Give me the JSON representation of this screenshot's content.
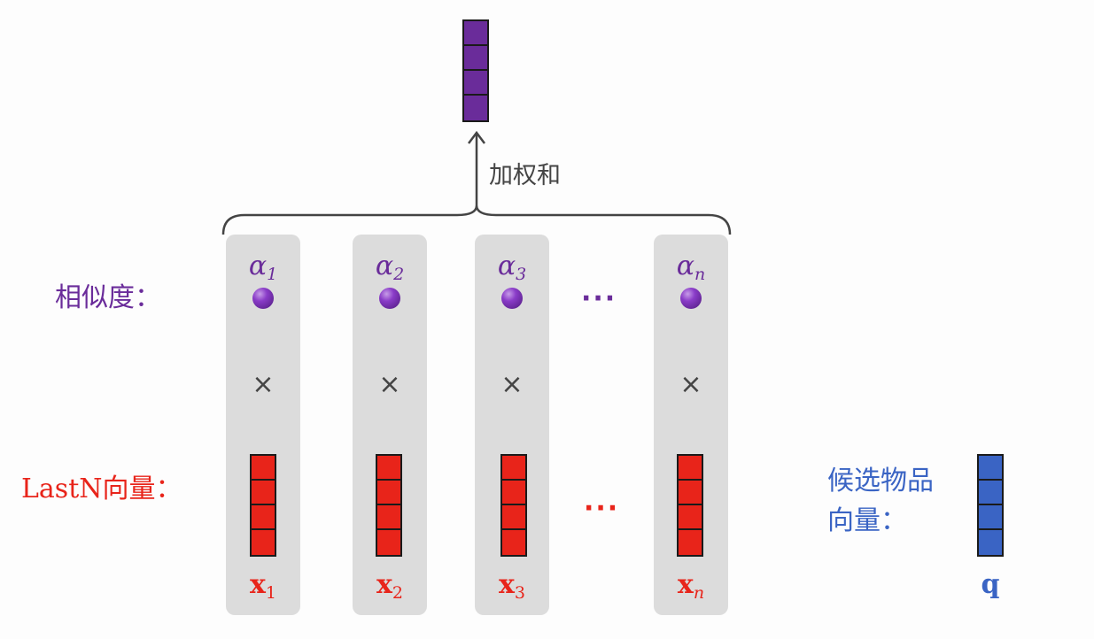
{
  "title_label": "加权和",
  "similarity": {
    "label": "相似度：",
    "alphas": [
      "α",
      "α",
      "α",
      "α"
    ],
    "alpha_subs": [
      "1",
      "2",
      "3",
      "n"
    ],
    "ellipsis": "···"
  },
  "operator": "×",
  "lastn": {
    "label": "LastN向量：",
    "x_labels": [
      "x",
      "x",
      "x",
      "x"
    ],
    "x_subs": [
      "1",
      "2",
      "3",
      "n"
    ],
    "ellipsis": "···"
  },
  "candidate": {
    "label_line1": "候选物品",
    "label_line2": "向量：",
    "vector_name": "q"
  },
  "colors": {
    "purple": "#6a2c9a",
    "red": "#e8241a",
    "blue": "#3a64c4",
    "panel": "#dcdcdc"
  },
  "icons": [
    "up-arrow-icon",
    "curly-brace-icon",
    "purple-ball-icon"
  ]
}
